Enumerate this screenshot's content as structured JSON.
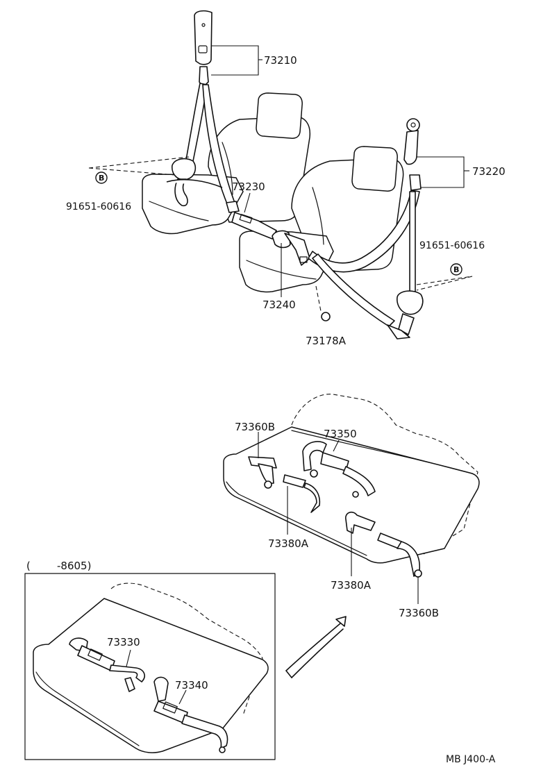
{
  "labels": {
    "p73210": "73210",
    "p73220": "73220",
    "p73230": "73230",
    "p73240": "73240",
    "p73178A": "73178A",
    "bolt_left": "91651-60616",
    "bolt_right": "91651-60616",
    "p73360B_top": "73360B",
    "p73350": "73350",
    "p73380A_left": "73380A",
    "p73380A_right": "73380A",
    "p73360B_bottom": "73360B",
    "inset_range": "(        -8605)",
    "p73330": "73330",
    "p73340": "73340",
    "diagram_code": "MB J400-A"
  },
  "badges": {
    "left": "B",
    "right": "B"
  },
  "icons": {
    "front_seats": "front-seats-with-belts-icon",
    "rear_seat": "rear-seat-belts-icon",
    "inset_seat": "inset-rear-seat-icon",
    "arrow": "curved-arrow-icon"
  }
}
